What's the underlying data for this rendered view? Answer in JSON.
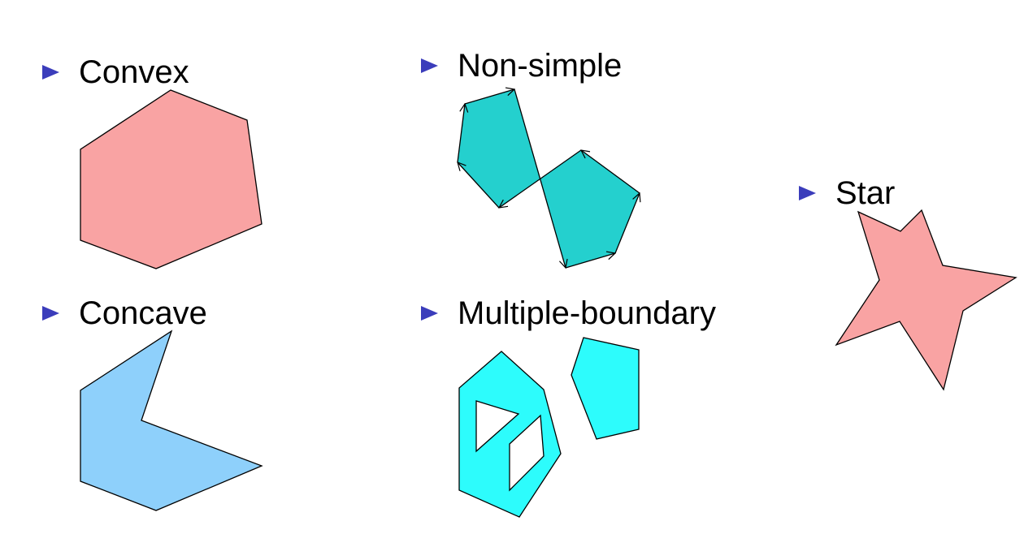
{
  "labels": {
    "convex": "Convex",
    "non_simple": "Non-simple",
    "star": "Star",
    "concave": "Concave",
    "multiple_boundary": "Multiple-boundary"
  },
  "colors": {
    "bullet": "#3b3dbb",
    "convex_fill": "#f9a3a3",
    "concave_fill": "#8ed0fb",
    "non_simple_fill": "#24d0ce",
    "multiple_boundary_fill": "#2dfcfc",
    "star_fill": "#f9a3a3",
    "stroke": "#000000"
  }
}
